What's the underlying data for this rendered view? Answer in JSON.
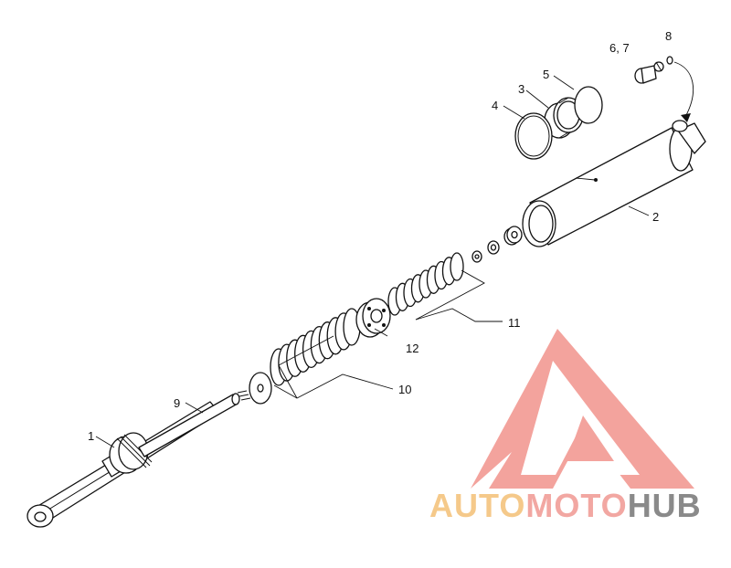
{
  "callouts": {
    "c1": "1",
    "c2": "2",
    "c3": "3",
    "c4": "4",
    "c5": "5",
    "c67": "6, 7",
    "c8": "8",
    "c9": "9",
    "c10": "10",
    "c11": "11",
    "c12": "12"
  },
  "watermark": {
    "text_auto": "AUTO",
    "text_moto": "MOTO",
    "text_hub": "HUB",
    "color_auto": "#f5c98a",
    "color_moto": "#f2a7a2",
    "color_hub": "#8a8a8a",
    "logo_color": "#f29a93"
  }
}
